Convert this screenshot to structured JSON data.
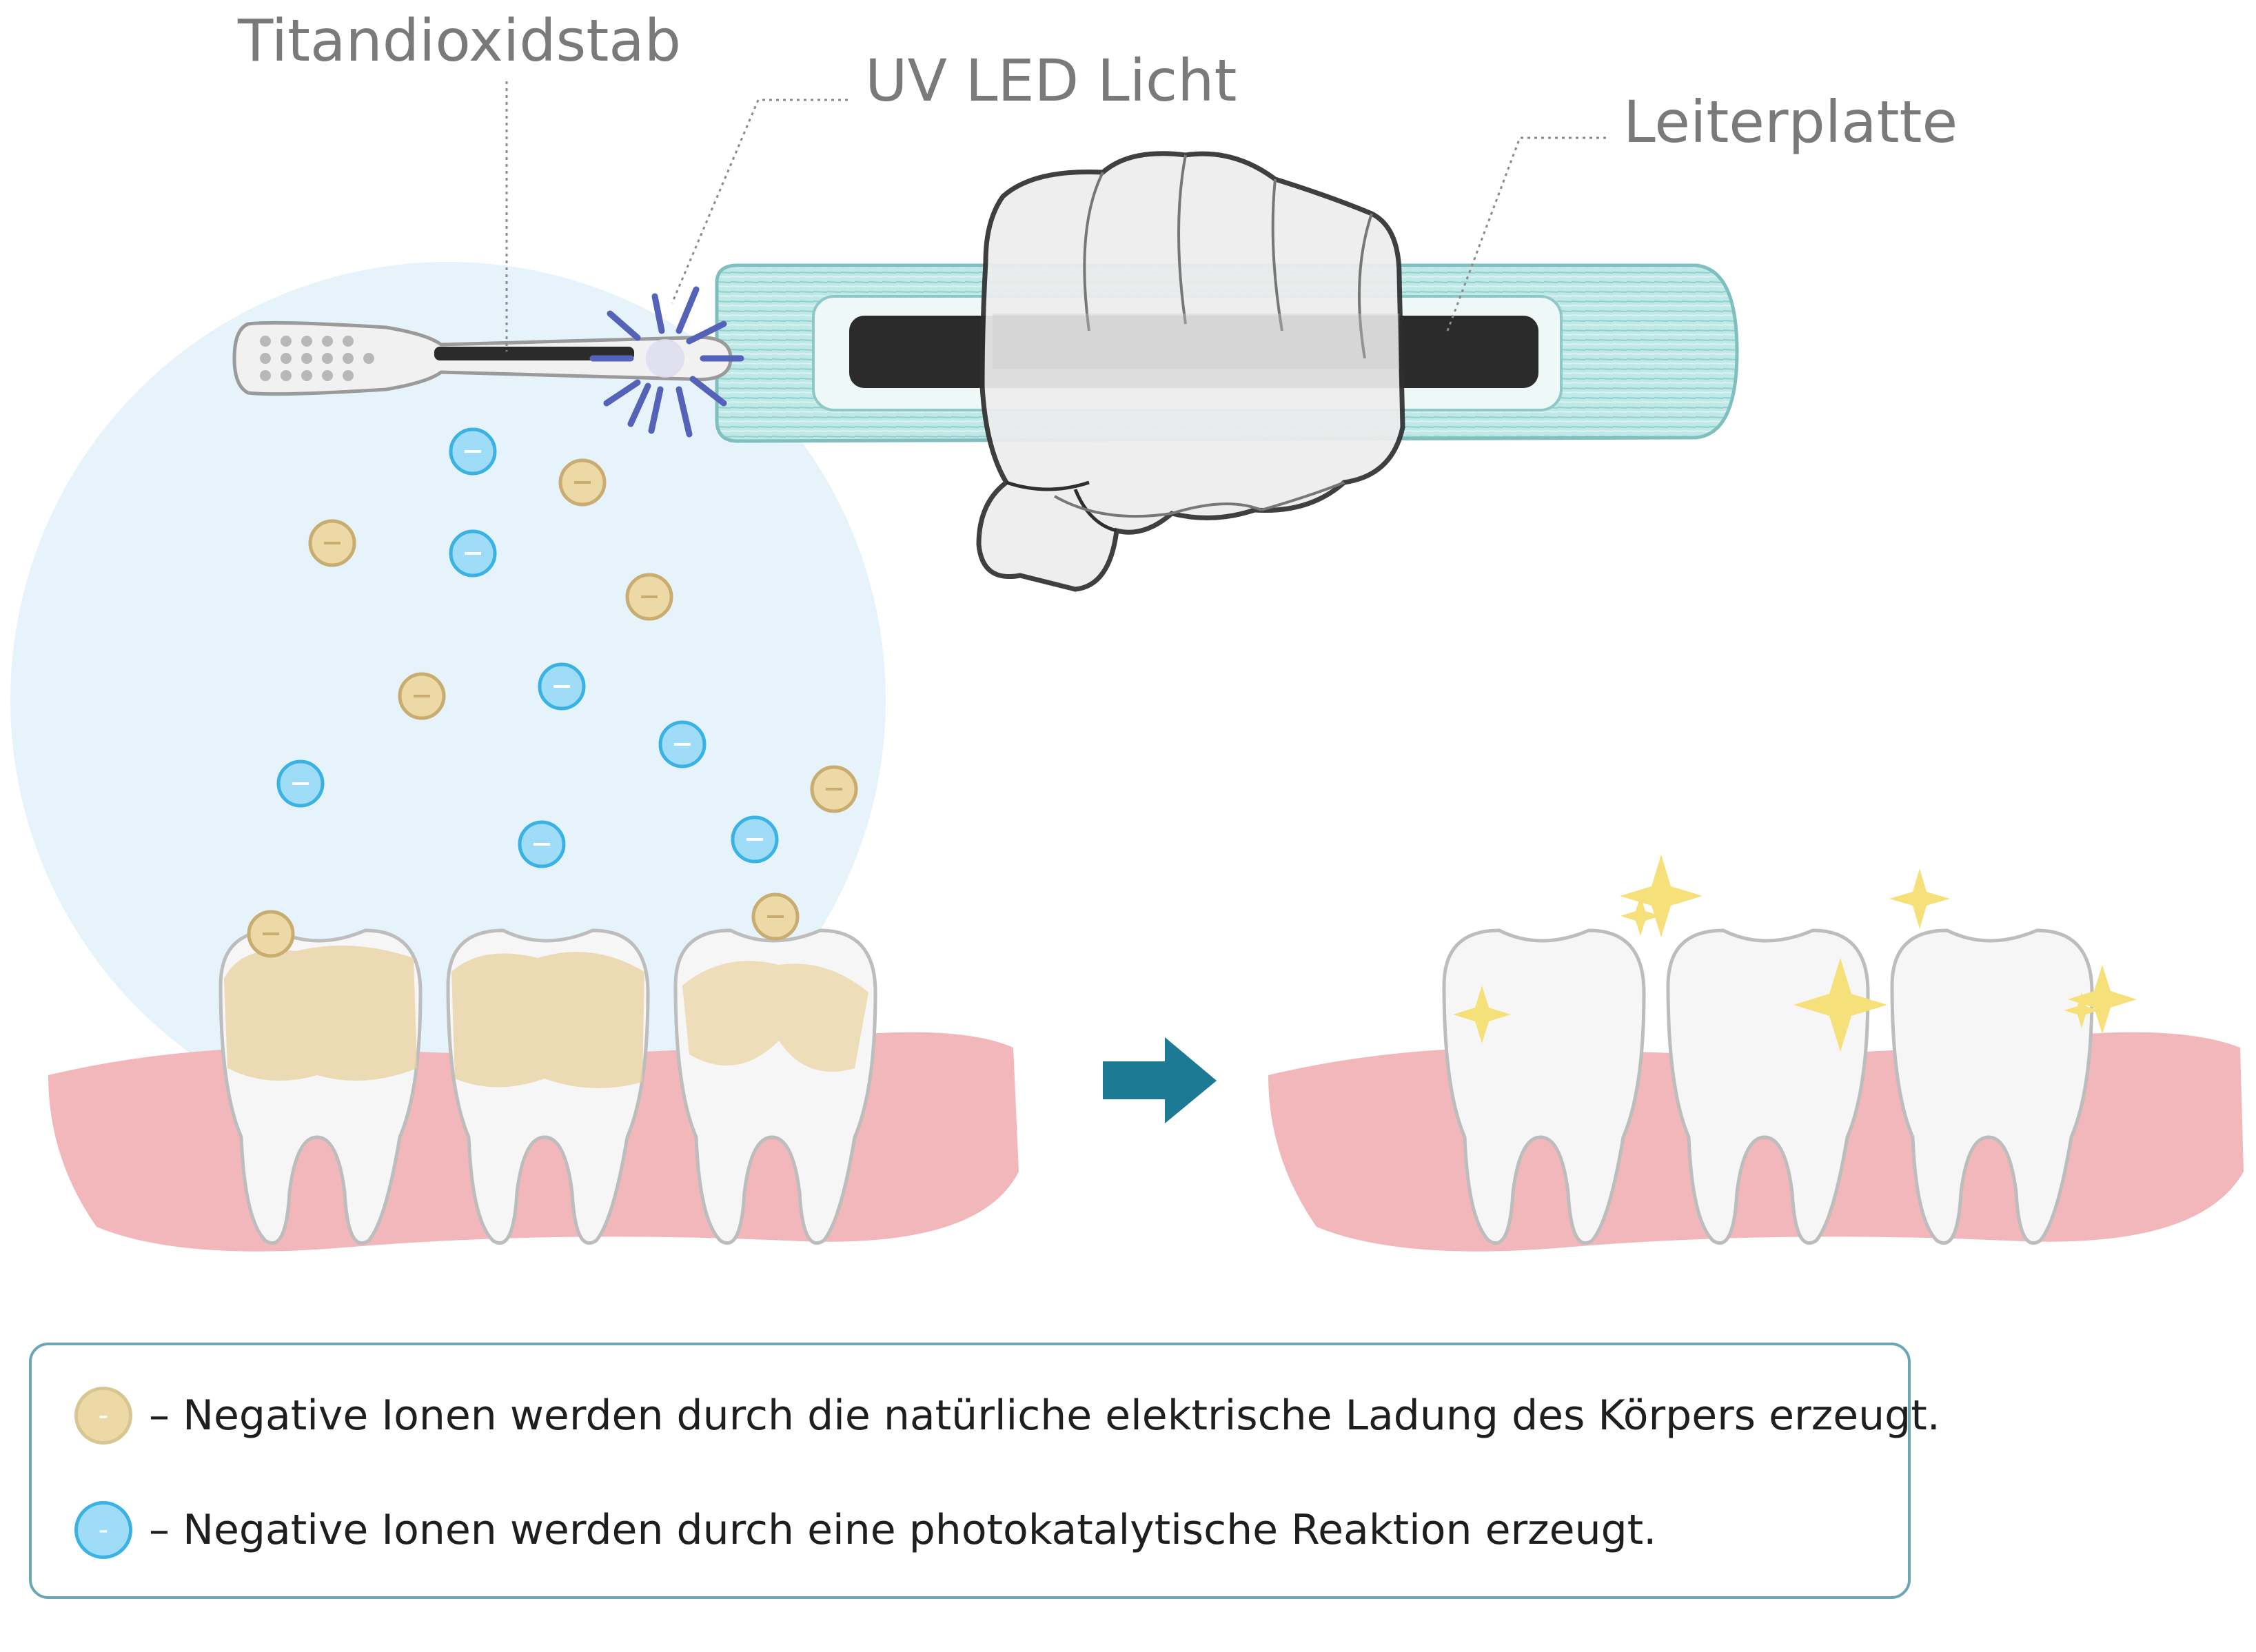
{
  "labels": {
    "rod": "Titandioxidstab",
    "uv": "UV LED Licht",
    "board": "Leiterplatte"
  },
  "legend": [
    {
      "sign": "-",
      "text": "– Negative Ionen werden durch die natürliche elektrische Ladung des Körpers erzeugt.",
      "color": "#ecd9a6",
      "stroke": "#c9ad70"
    },
    {
      "sign": "-",
      "text": "– Negative Ionen werden durch eine photokatalytische Reaktion erzeugt.",
      "color": "#9fdcf7",
      "stroke": "#3ab3e4"
    }
  ],
  "colors": {
    "glow": "#e6f3fb",
    "gum": "#f2b7bb",
    "gum_dark": "#e9979d",
    "tooth": "#f6f6f6",
    "stain": "#e8cf98",
    "arrow": "#1c7a94",
    "sparkle": "#f6e07a",
    "handle": "#b7e4e2"
  },
  "icons": [
    "toothbrush-icon",
    "fist-icon",
    "uv-led-icon",
    "arrow-right-icon",
    "sparkle-icon"
  ]
}
